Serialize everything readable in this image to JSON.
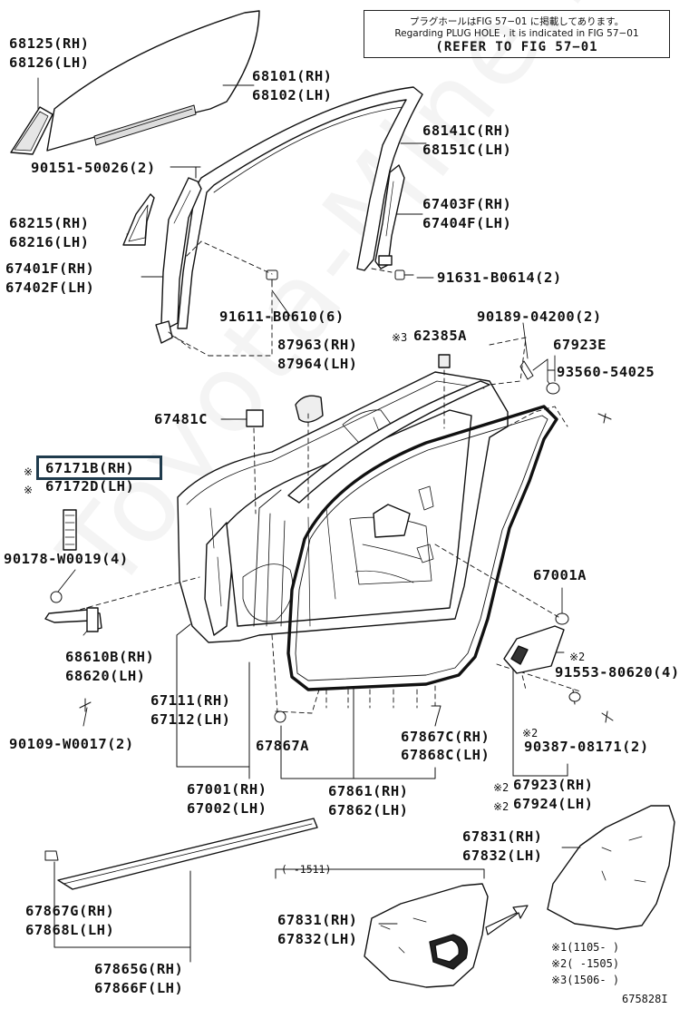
{
  "note": {
    "jp": "プラグホールはFIG 57−01 に掲載してあります。",
    "en": "Regarding PLUG HOLE , it is indicated in FIG 57−01",
    "ref": "(REFER TO FIG 57−01"
  },
  "watermark": "Toyota-Mine.ru",
  "parts": {
    "p68125": "68125(RH)",
    "p68126": "68126(LH)",
    "p68101": "68101(RH)",
    "p68102": "68102(LH)",
    "p68141": "68141C(RH)",
    "p68151": "68151C(LH)",
    "p90151": "90151-50026(2)",
    "p67403": "67403F(RH)",
    "p67404": "67404F(LH)",
    "p68215": "68215(RH)",
    "p68216": "68216(LH)",
    "p67401": "67401F(RH)",
    "p67402": "67402F(LH)",
    "p91631": "91631-B0614(2)",
    "p91611": "91611-B0610(6)",
    "p90189": "90189-04200(2)",
    "p62385_mark": "※3",
    "p62385": "62385A",
    "p87963": "87963(RH)",
    "p87964": "87964(LH)",
    "p67923E": "67923E",
    "p93560": "93560-54025",
    "p67481": "67481C",
    "p67171_mark": "※",
    "p67171": "67171B(RH)",
    "p67172_mark": "※",
    "p67172": "67172D(LH)",
    "p90178": "90178-W0019(4)",
    "p67001A": "67001A",
    "p68610": "68610B(RH)",
    "p68620": "68620(LH)",
    "p91553_mark": "※2",
    "p91553": "91553-80620(4)",
    "p67111": "67111(RH)",
    "p67112": "67112(LH)",
    "p90109": "90109-W0017(2)",
    "p67867A": "67867A",
    "p67867C": "67867C(RH)",
    "p67868C": "67868C(LH)",
    "p90387_mark": "※2",
    "p90387": "90387-08171(2)",
    "p67001": "67001(RH)",
    "p67002": "67002(LH)",
    "p67861": "67861(RH)",
    "p67862": "67862(LH)",
    "p67923_mark": "※2",
    "p67923": "67923(RH)",
    "p67924_mark": "※2",
    "p67924": "67924(LH)",
    "p67831a": "67831(RH)",
    "p67832a": "67832(LH)",
    "p67867G": "67867G(RH)",
    "p67868L": "67868L(LH)",
    "p67831b": "67831(RH)",
    "p67832b": "67832(LH)",
    "p67865G": "67865G(RH)",
    "p67866F": "67866F(LH)",
    "range": "(   -1511)"
  },
  "legend": {
    "l1": "※1(1105-      )",
    "l2": "※2(      -1505)",
    "l3": "※3(1506-      )"
  },
  "figure_id": "675828I"
}
